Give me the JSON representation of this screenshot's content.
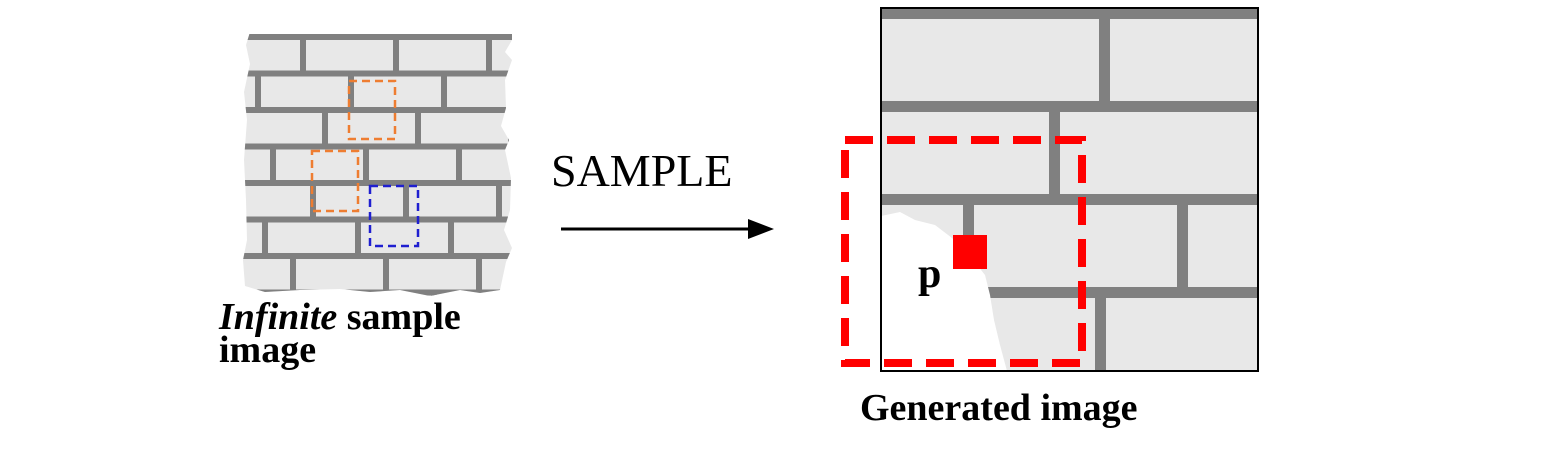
{
  "diagram": {
    "sample_caption_italic": "Infinite",
    "sample_caption_rest": "sample",
    "sample_caption_line2": "image",
    "arrow_label": "SAMPLE",
    "generated_caption": "Generated image",
    "point_label": "p"
  },
  "colors": {
    "brick_fill": "#e8e8e8",
    "mortar": "#808080",
    "orange_window": "#ee7d31",
    "blue_window": "#1f1fd0",
    "red_window": "#ff0000",
    "frame": "#000000"
  }
}
